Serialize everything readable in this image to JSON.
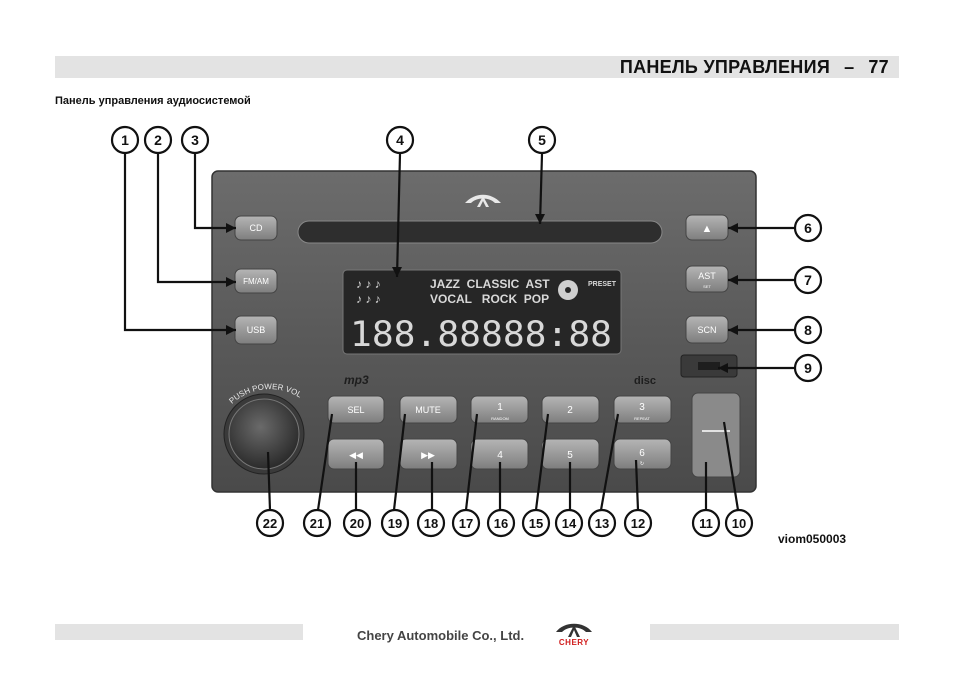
{
  "header": {
    "section_title": "ПАНЕЛЬ УПРАВЛЕНИЯ",
    "dash": "–",
    "page_number": "77"
  },
  "subtitle": "Панель управления аудиосистемой",
  "radio": {
    "buttons": {
      "cd": "CD",
      "fmam": "FM/AM",
      "usb": "USB",
      "eject": "▲",
      "ast": "AST",
      "ast_sub": "SET",
      "scn": "SCN",
      "sel": "SEL",
      "mute": "MUTE",
      "p1": "1",
      "p1_sub": "RANDOM",
      "p2": "2",
      "p3": "3",
      "p3_sub": "REPEAT",
      "p4": "4",
      "p5": "5",
      "p6": "6",
      "p6_sub": "↻",
      "rew": "◀◀",
      "ffw": "▶▶"
    },
    "display": {
      "row1_genres": "JAZZ  CLASSIC  AST",
      "row2_genres": "VOCAL   ROCK  POP",
      "preset": "PRESET",
      "segments": "188.88888:88"
    },
    "knob_label": "PUSH POWER VOL",
    "mp3_logo": "mp3",
    "disc_logo": "disc"
  },
  "callouts": [
    "1",
    "2",
    "3",
    "4",
    "5",
    "6",
    "7",
    "8",
    "9",
    "10",
    "11",
    "12",
    "13",
    "14",
    "15",
    "16",
    "17",
    "18",
    "19",
    "20",
    "21",
    "22"
  ],
  "figure_code": "viom050003",
  "footer": {
    "company": "Chery Automobile Co., Ltd.",
    "logo_text": "CHERY"
  },
  "colors": {
    "panel": "#5b5b5b",
    "display_bg": "#2e2e2e",
    "button": "#9a9a9a",
    "header_bar": "#e3e3e3",
    "logo_red": "#d01c1c"
  }
}
